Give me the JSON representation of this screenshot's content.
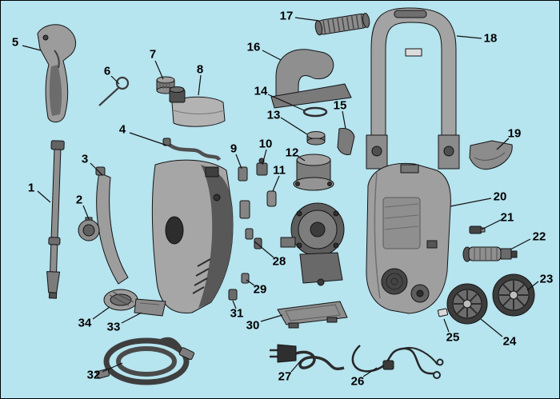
{
  "diagram": {
    "figure_type": "exploded parts diagram",
    "subject": "pressure-washer-exploded-view",
    "background_color": "#b6e4ef",
    "line_color": "#141414",
    "label_color": "#000000",
    "labels": [
      {
        "number": "1",
        "part": "spray-lance"
      },
      {
        "number": "2",
        "part": "cap-knob"
      },
      {
        "number": "3",
        "part": "side-trim-panel"
      },
      {
        "number": "4",
        "part": "detergent-hose"
      },
      {
        "number": "5",
        "part": "trigger-gun"
      },
      {
        "number": "6",
        "part": "retaining-pin"
      },
      {
        "number": "7",
        "part": "inlet-cap"
      },
      {
        "number": "8",
        "part": "detergent-tank"
      },
      {
        "number": "9",
        "part": "switch-bracket"
      },
      {
        "number": "10",
        "part": "mounting-bracket"
      },
      {
        "number": "11",
        "part": "capacitor"
      },
      {
        "number": "12",
        "part": "pump-head"
      },
      {
        "number": "13",
        "part": "small-cap"
      },
      {
        "number": "14",
        "part": "seal-ring"
      },
      {
        "number": "15",
        "part": "support-bracket"
      },
      {
        "number": "16",
        "part": "hose-hook"
      },
      {
        "number": "17",
        "part": "corrugated-hose"
      },
      {
        "number": "18",
        "part": "carry-handle"
      },
      {
        "number": "19",
        "part": "handle-bracket"
      },
      {
        "number": "20",
        "part": "rear-housing"
      },
      {
        "number": "21",
        "part": "inlet-connector"
      },
      {
        "number": "22",
        "part": "outlet-fitting"
      },
      {
        "number": "23",
        "part": "wheel-right"
      },
      {
        "number": "24",
        "part": "wheel-left"
      },
      {
        "number": "25",
        "part": "retaining-clip"
      },
      {
        "number": "26",
        "part": "wiring-harness"
      },
      {
        "number": "27",
        "part": "power-cord"
      },
      {
        "number": "28",
        "part": "clip-pair"
      },
      {
        "number": "29",
        "part": "small-clip"
      },
      {
        "number": "30",
        "part": "base-plate"
      },
      {
        "number": "31",
        "part": "fastener"
      },
      {
        "number": "32",
        "part": "high-pressure-hose"
      },
      {
        "number": "33",
        "part": "foot-piece"
      },
      {
        "number": "34",
        "part": "cover-plate"
      }
    ]
  }
}
